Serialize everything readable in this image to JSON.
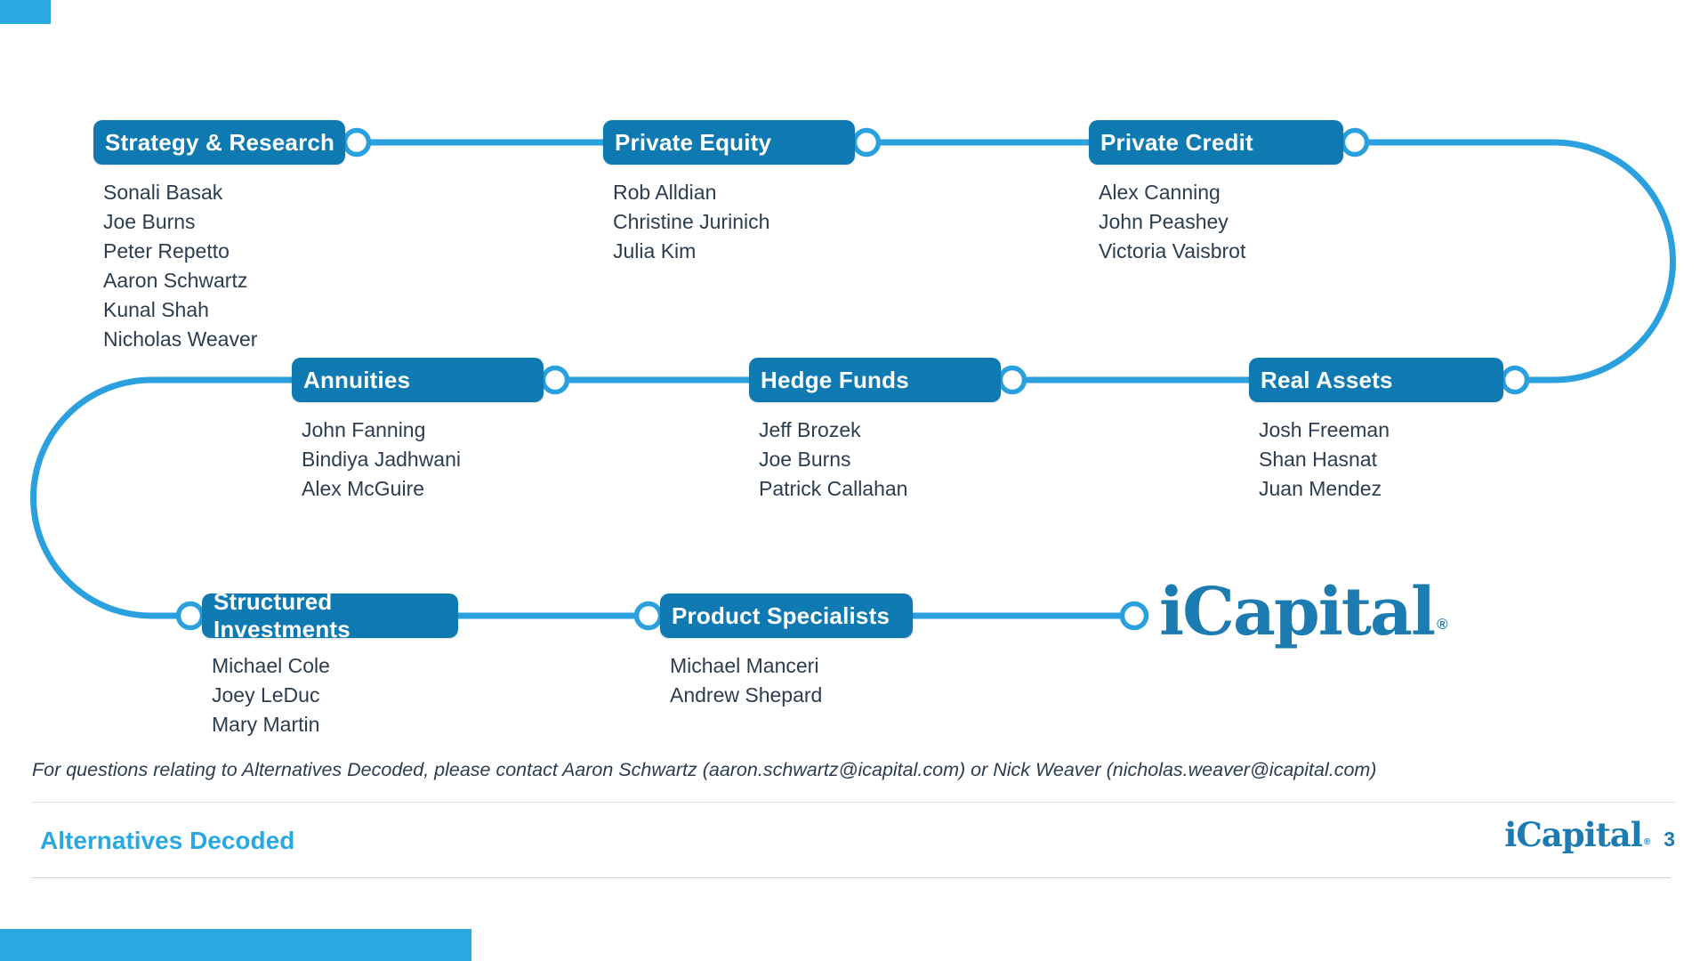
{
  "slide": {
    "footer_note": "For questions relating to Alternatives Decoded, please contact Aaron Schwartz (aaron.schwartz@icapital.com) or Nick Weaver (nicholas.weaver@icapital.com)",
    "footer_title": "Alternatives Decoded",
    "page_number": "3",
    "brand_logo_text": "iCapital",
    "brand_logo_mark": "®"
  },
  "teams": [
    {
      "label": "Strategy & Research",
      "members": [
        "Sonali Basak",
        "Joe Burns",
        "Peter Repetto",
        "Aaron Schwartz",
        "Kunal Shah",
        "Nicholas Weaver"
      ]
    },
    {
      "label": "Private Equity",
      "members": [
        "Rob Alldian",
        "Christine Jurinich",
        "Julia Kim"
      ]
    },
    {
      "label": "Private Credit",
      "members": [
        "Alex Canning",
        "John Peashey",
        "Victoria Vaisbrot"
      ]
    },
    {
      "label": "Annuities",
      "members": [
        "John Fanning",
        "Bindiya Jadhwani",
        "Alex McGuire"
      ]
    },
    {
      "label": "Hedge Funds",
      "members": [
        "Jeff Brozek",
        "Joe Burns",
        "Patrick Callahan"
      ]
    },
    {
      "label": "Real Assets",
      "members": [
        "Josh Freeman",
        "Shan Hasnat",
        "Juan Mendez"
      ]
    },
    {
      "label": "Structured Investments",
      "members": [
        "Michael Cole",
        "Joey LeDuc",
        "Mary Martin"
      ]
    },
    {
      "label": "Product Specialists",
      "members": [
        "Michael Manceri",
        "Andrew Shepard"
      ]
    }
  ],
  "colors": {
    "box_blue": "#0f7ab1",
    "line_blue": "#2aa1de",
    "accent_blue": "#2aa9e0",
    "logo_blue": "#1c7bb0",
    "text_navy": "#2b3d4f"
  }
}
